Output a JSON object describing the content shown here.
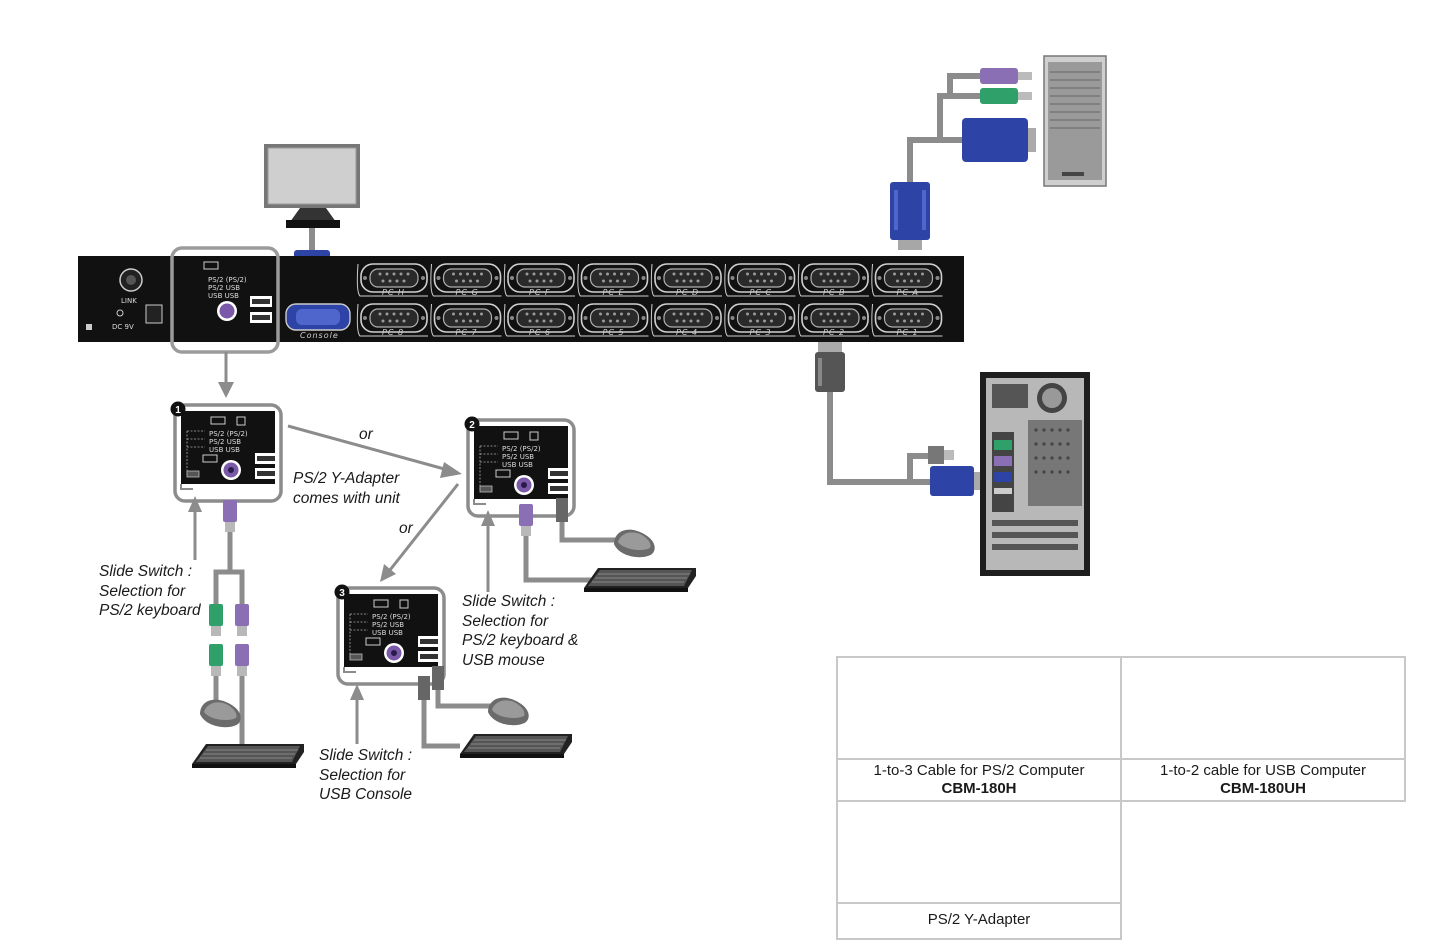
{
  "labels": {
    "or_top": "or",
    "or_mid": "or",
    "ps2_adapter_line1": "PS/2 Y-Adapter",
    "ps2_adapter_line2": "comes with unit",
    "slide1_line1": "Slide Switch :",
    "slide1_line2": "Selection for",
    "slide1_line3": "PS/2 keyboard",
    "slide2_line1": "Slide Switch :",
    "slide2_line2": "Selection for",
    "slide2_line3": "PS/2 keyboard &",
    "slide2_line4": "USB mouse",
    "slide3_line1": "Slide Switch :",
    "slide3_line2": "Selection for",
    "slide3_line3": "USB Console"
  },
  "panel": {
    "link_label": "LINK",
    "power_label": "DC 9V",
    "console_label": "Console",
    "top_ports": [
      "PC H",
      "PC G",
      "PC F",
      "PC E",
      "PC D",
      "PC C",
      "PC B",
      "PC A"
    ],
    "bottom_ports": [
      "PC 8",
      "PC 7",
      "PC 6",
      "PC 5",
      "PC 4",
      "PC 3",
      "PC 2",
      "PC 1"
    ],
    "console_mode_rows": [
      [
        "PS/2",
        "(PS/2)"
      ],
      [
        "PS/2",
        "USB"
      ],
      [
        "USB",
        "USB"
      ]
    ]
  },
  "options": [
    {
      "number": "1"
    },
    {
      "number": "2"
    },
    {
      "number": "3"
    }
  ],
  "accessories": [
    {
      "name": "1-to-3 Cable for PS/2 Computer",
      "model": "CBM-180H"
    },
    {
      "name": "1-to-2 cable for USB Computer",
      "model": "CBM-180UH"
    },
    {
      "name": "PS/2 Y-Adapter",
      "model": ""
    }
  ],
  "colors": {
    "panel": "#111111",
    "cable": "#8c8c8c",
    "vga_blue": "#2a3fa0",
    "ps2_purple": "#8a6fb5",
    "ps2_green": "#2fa06a"
  }
}
